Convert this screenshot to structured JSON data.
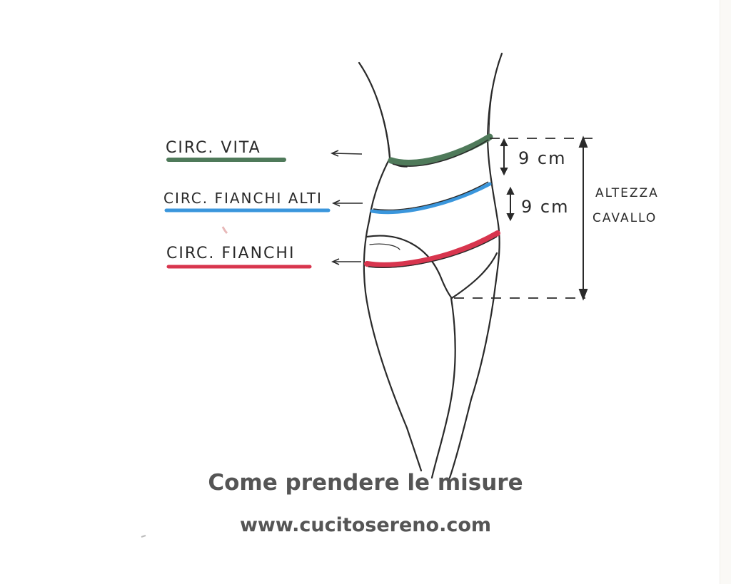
{
  "diagram": {
    "title": "Come prendere le misure",
    "website": "www.cucitosereno.com",
    "labels": {
      "waist": "CIRC. VITA",
      "high_hips": "CIRC. FIANCHI ALTI",
      "hips": "CIRC. FIANCHI",
      "distance_1": "9 cm",
      "distance_2": "9 cm",
      "crotch_height_line1": "ALTEZZA",
      "crotch_height_line2": "CAVALLO"
    },
    "colors": {
      "waist": "#4f7a5a",
      "high_hips": "#3a96dc",
      "hips": "#d8354e",
      "ink": "#2a2a2a",
      "caption": "#555555"
    }
  }
}
